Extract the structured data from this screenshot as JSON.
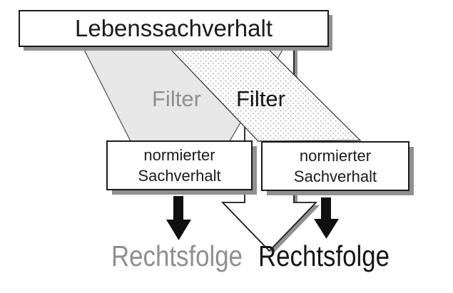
{
  "colors": {
    "funnel_gray": "#e7e7e7",
    "shadow_gray": "#909090",
    "arrow_black": "#101010",
    "box_white": "#ffffff",
    "text_gray": "#8f8f8f",
    "text_black": "#1a1a1a"
  },
  "top_box": {
    "label": "Lebenssachverhalt"
  },
  "funnels": {
    "left_label": "Filter",
    "right_label": "Filter"
  },
  "result_boxes": {
    "left": {
      "line1": "normierter",
      "line2": "Sachverhalt"
    },
    "right": {
      "line1": "normierter",
      "line2": "Sachverhalt"
    }
  },
  "consequences": {
    "left_label": "Rechtsfolge",
    "right_label": "Rechtsfolge"
  }
}
